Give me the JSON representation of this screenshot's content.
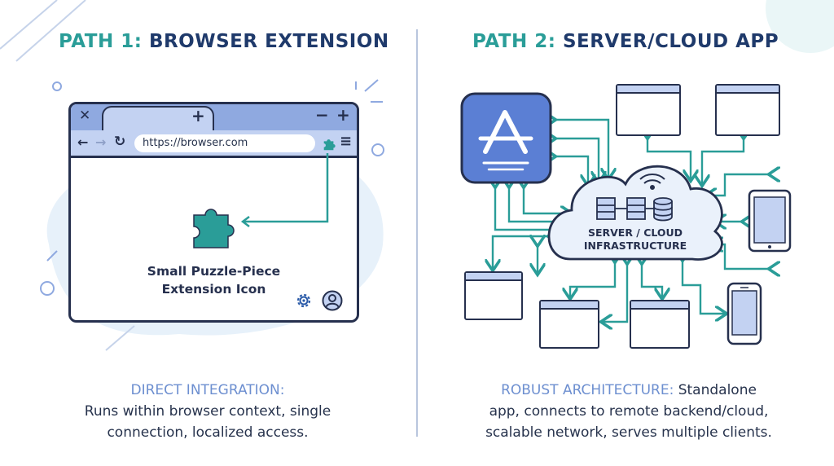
{
  "left": {
    "title_prefix": "PATH 1:",
    "title_main": "BROWSER EXTENSION",
    "browser": {
      "url": "https://browser.com",
      "close_glyph": "✕",
      "newtab_glyph": "+",
      "minimize_glyph": "−",
      "maximize_glyph": "+",
      "back_glyph": "←",
      "forward_glyph": "→",
      "reload_glyph": "↻",
      "menu_glyph": "≡",
      "puzzle_label_line1": "Small Puzzle-Piece",
      "puzzle_label_line2": "Extension Icon"
    },
    "caption_head": "DIRECT INTEGRATION:",
    "caption_line1": "Runs within browser context, single",
    "caption_line2": "connection, localized access."
  },
  "right": {
    "title_prefix": "PATH 2:",
    "title_main": "SERVER/CLOUD APP",
    "cloud_line1": "SERVER / CLOUD",
    "cloud_line2": "INFRASTRUCTURE",
    "caption_head": "ROBUST ARCHITECTURE:",
    "caption_line1_rest": " Standalone",
    "caption_line2": "app, connects to remote backend/cloud,",
    "caption_line3": "scalable network, serves multiple clients."
  },
  "colors": {
    "accent": "#2a9d98",
    "dark": "#1f3a6b",
    "ink": "#26304e",
    "light_blue": "#c3d2f2",
    "mid_blue": "#8fa9e0",
    "app_blue": "#5b7fd4"
  },
  "icons": [
    "puzzle-piece-icon",
    "gear-icon",
    "user-icon",
    "app-store-icon",
    "wifi-icon",
    "server-icon",
    "database-icon",
    "tablet-icon",
    "phone-icon"
  ]
}
